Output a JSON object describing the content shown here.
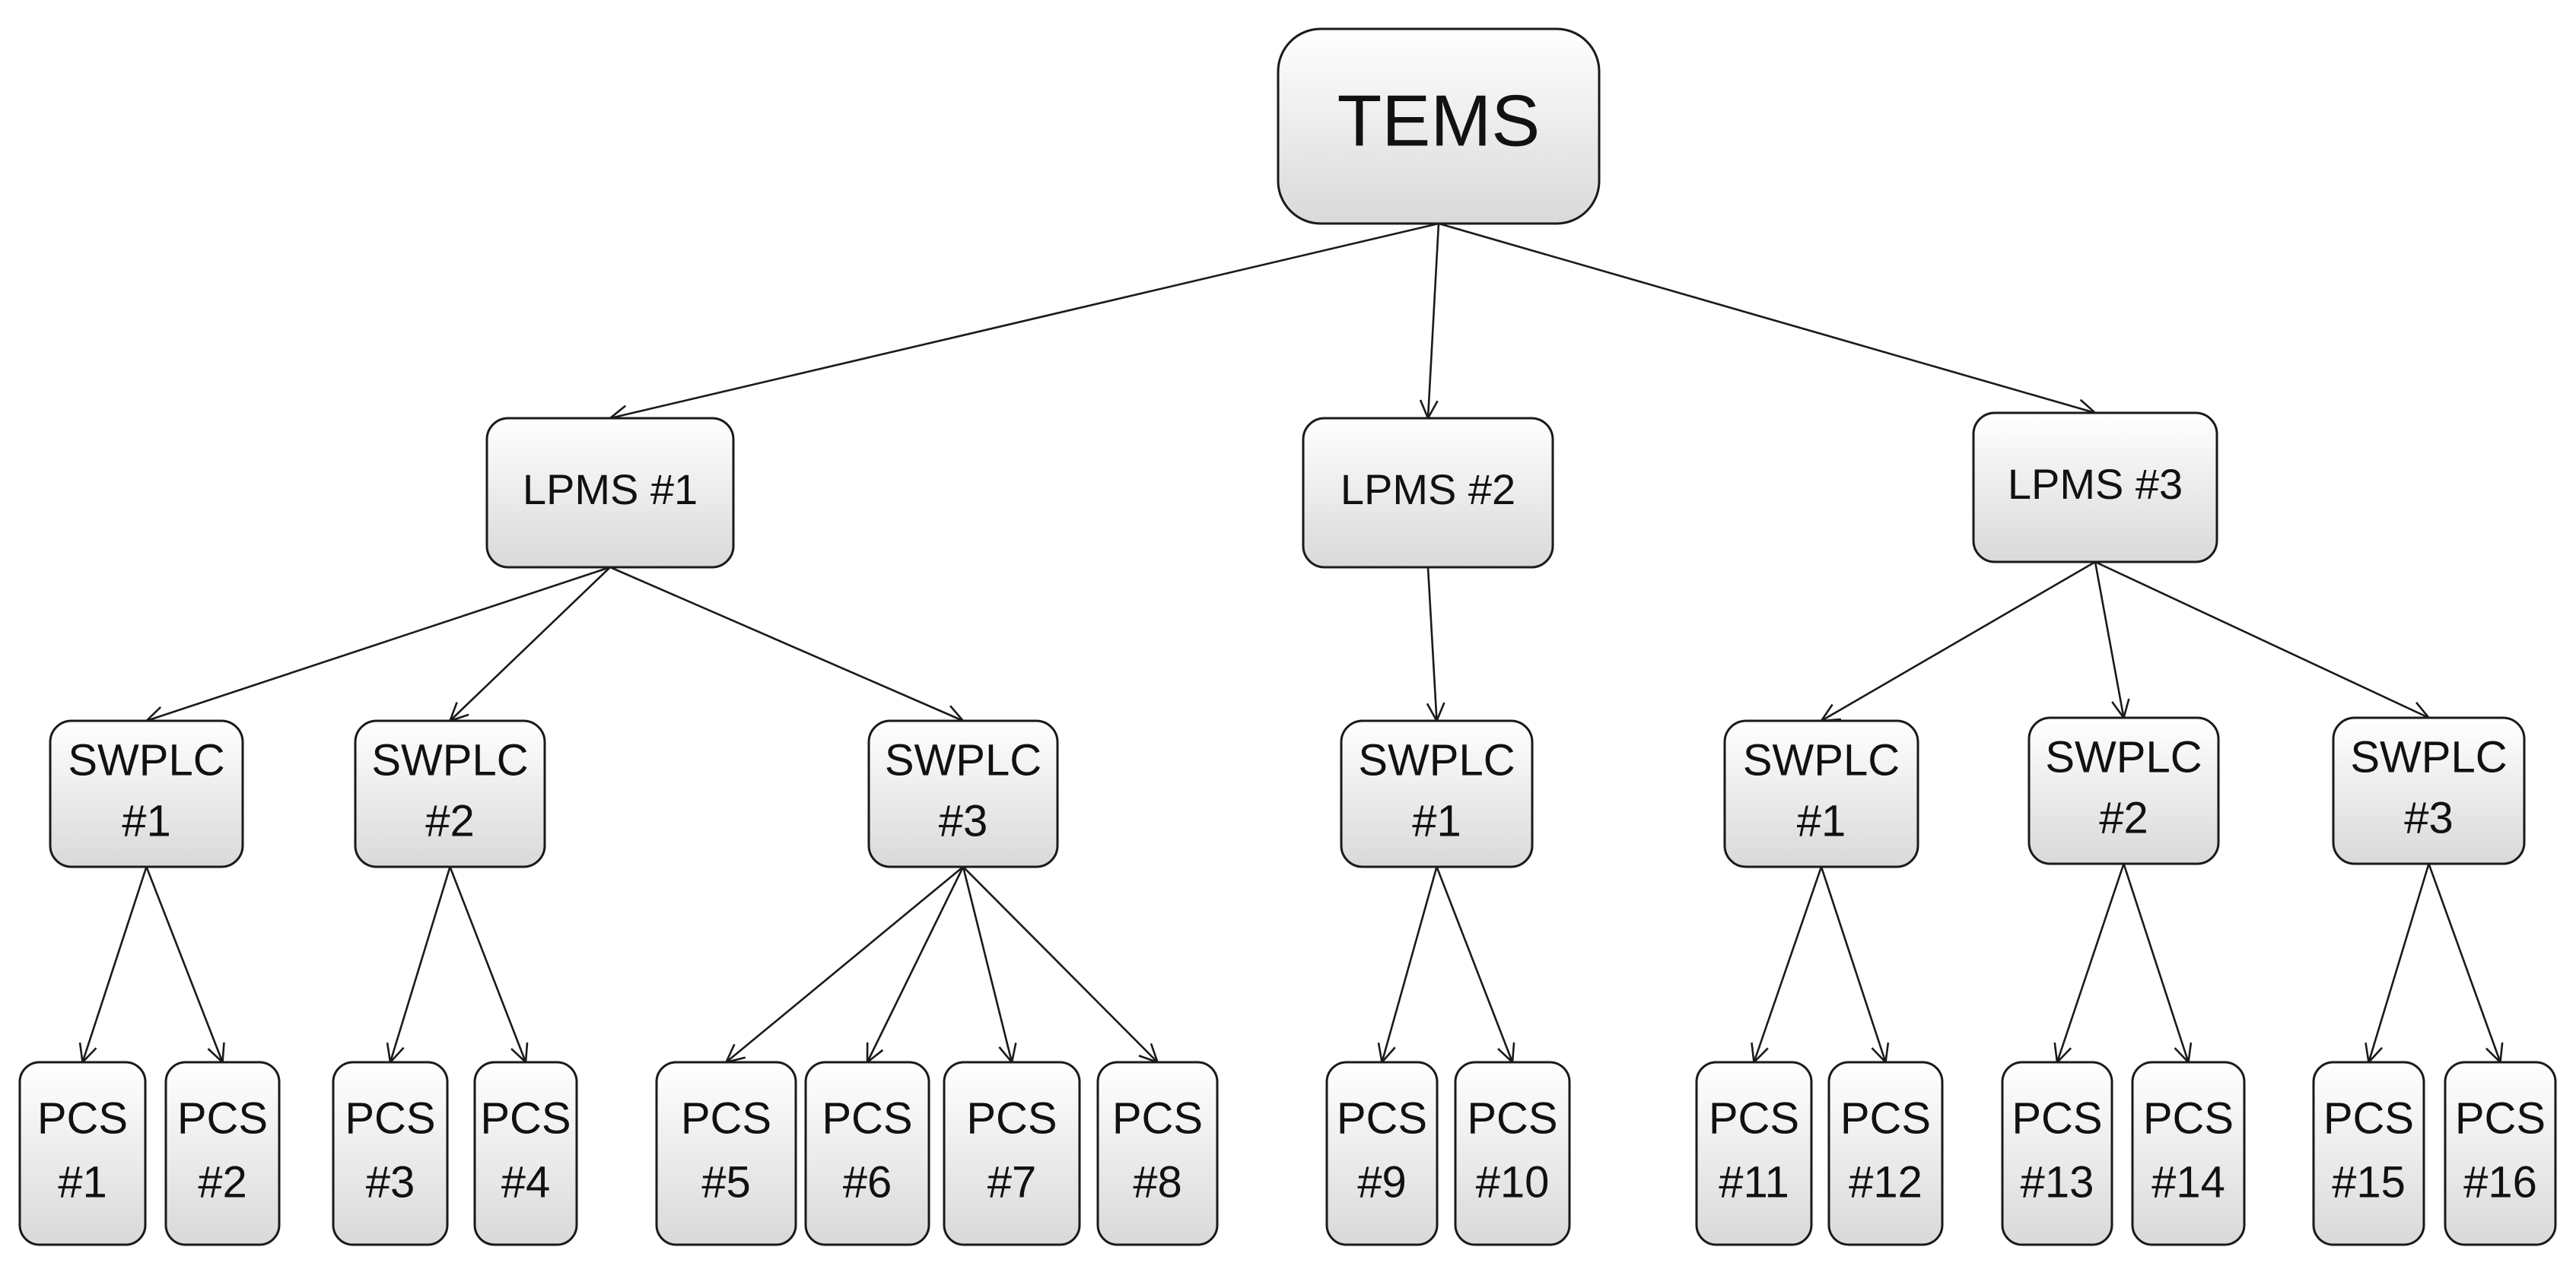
{
  "diagram": {
    "type": "hierarchy-tree",
    "box_fill_top": "#ffffff",
    "box_fill_bottom": "#d9d9d9",
    "stroke_color": "#1a1a1a",
    "nodes": [
      {
        "id": "tems",
        "lines": [
          "TEMS"
        ],
        "level": "root"
      },
      {
        "id": "lpms1",
        "lines": [
          "LPMS #1"
        ],
        "level": "lpms"
      },
      {
        "id": "lpms2",
        "lines": [
          "LPMS #2"
        ],
        "level": "lpms"
      },
      {
        "id": "lpms3",
        "lines": [
          "LPMS #3"
        ],
        "level": "lpms"
      },
      {
        "id": "swplc_a1",
        "lines": [
          "SWPLC",
          "#1"
        ],
        "level": "swplc"
      },
      {
        "id": "swplc_a2",
        "lines": [
          "SWPLC",
          "#2"
        ],
        "level": "swplc"
      },
      {
        "id": "swplc_a3",
        "lines": [
          "SWPLC",
          "#3"
        ],
        "level": "swplc"
      },
      {
        "id": "swplc_b1",
        "lines": [
          "SWPLC",
          "#1"
        ],
        "level": "swplc"
      },
      {
        "id": "swplc_c1",
        "lines": [
          "SWPLC",
          "#1"
        ],
        "level": "swplc"
      },
      {
        "id": "swplc_c2",
        "lines": [
          "SWPLC",
          "#2"
        ],
        "level": "swplc"
      },
      {
        "id": "swplc_c3",
        "lines": [
          "SWPLC",
          "#3"
        ],
        "level": "swplc"
      },
      {
        "id": "pcs1",
        "lines": [
          "PCS",
          "#1"
        ],
        "level": "pcs"
      },
      {
        "id": "pcs2",
        "lines": [
          "PCS",
          "#2"
        ],
        "level": "pcs"
      },
      {
        "id": "pcs3",
        "lines": [
          "PCS",
          "#3"
        ],
        "level": "pcs"
      },
      {
        "id": "pcs4",
        "lines": [
          "PCS",
          "#4"
        ],
        "level": "pcs"
      },
      {
        "id": "pcs5",
        "lines": [
          "PCS",
          "#5"
        ],
        "level": "pcs"
      },
      {
        "id": "pcs6",
        "lines": [
          "PCS",
          "#6"
        ],
        "level": "pcs"
      },
      {
        "id": "pcs7",
        "lines": [
          "PCS",
          "#7"
        ],
        "level": "pcs"
      },
      {
        "id": "pcs8",
        "lines": [
          "PCS",
          "#8"
        ],
        "level": "pcs"
      },
      {
        "id": "pcs9",
        "lines": [
          "PCS",
          "#9"
        ],
        "level": "pcs"
      },
      {
        "id": "pcs10",
        "lines": [
          "PCS",
          "#10"
        ],
        "level": "pcs"
      },
      {
        "id": "pcs11",
        "lines": [
          "PCS",
          "#11"
        ],
        "level": "pcs"
      },
      {
        "id": "pcs12",
        "lines": [
          "PCS",
          "#12"
        ],
        "level": "pcs"
      },
      {
        "id": "pcs13",
        "lines": [
          "PCS",
          "#13"
        ],
        "level": "pcs"
      },
      {
        "id": "pcs14",
        "lines": [
          "PCS",
          "#14"
        ],
        "level": "pcs"
      },
      {
        "id": "pcs15",
        "lines": [
          "PCS",
          "#15"
        ],
        "level": "pcs"
      },
      {
        "id": "pcs16",
        "lines": [
          "PCS",
          "#16"
        ],
        "level": "pcs"
      }
    ],
    "edges": [
      [
        "tems",
        "lpms1"
      ],
      [
        "tems",
        "lpms2"
      ],
      [
        "tems",
        "lpms3"
      ],
      [
        "lpms1",
        "swplc_a1"
      ],
      [
        "lpms1",
        "swplc_a2"
      ],
      [
        "lpms1",
        "swplc_a3"
      ],
      [
        "lpms2",
        "swplc_b1"
      ],
      [
        "lpms3",
        "swplc_c1"
      ],
      [
        "lpms3",
        "swplc_c2"
      ],
      [
        "lpms3",
        "swplc_c3"
      ],
      [
        "swplc_a1",
        "pcs1"
      ],
      [
        "swplc_a1",
        "pcs2"
      ],
      [
        "swplc_a2",
        "pcs3"
      ],
      [
        "swplc_a2",
        "pcs4"
      ],
      [
        "swplc_a3",
        "pcs5"
      ],
      [
        "swplc_a3",
        "pcs6"
      ],
      [
        "swplc_a3",
        "pcs7"
      ],
      [
        "swplc_a3",
        "pcs8"
      ],
      [
        "swplc_b1",
        "pcs9"
      ],
      [
        "swplc_b1",
        "pcs10"
      ],
      [
        "swplc_c1",
        "pcs11"
      ],
      [
        "swplc_c1",
        "pcs12"
      ],
      [
        "swplc_c2",
        "pcs13"
      ],
      [
        "swplc_c2",
        "pcs14"
      ],
      [
        "swplc_c3",
        "pcs15"
      ],
      [
        "swplc_c3",
        "pcs16"
      ]
    ]
  }
}
